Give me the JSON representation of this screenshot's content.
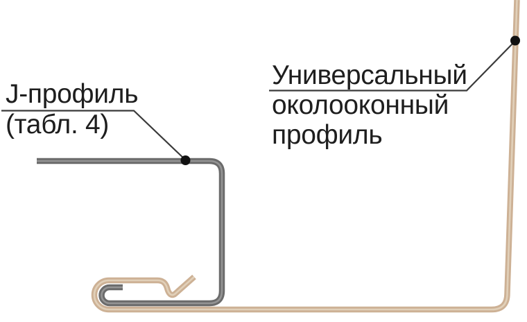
{
  "labels": {
    "j_profile": {
      "line1": "J-профиль",
      "line2": "(табл. 4)"
    },
    "universal_profile": {
      "line1": "Универсальный",
      "line2": "околооконный",
      "line3": "профиль"
    }
  },
  "colors": {
    "background": "#ffffff",
    "gray_profile": "#6b6b6b",
    "gray_profile_highlight": "#949494",
    "tan_profile": "#cdb195",
    "tan_profile_highlight": "#e1d0b9",
    "leader_line": "#3a3a3a",
    "marker_dot": "#111111",
    "text": "#1e1e1e"
  }
}
